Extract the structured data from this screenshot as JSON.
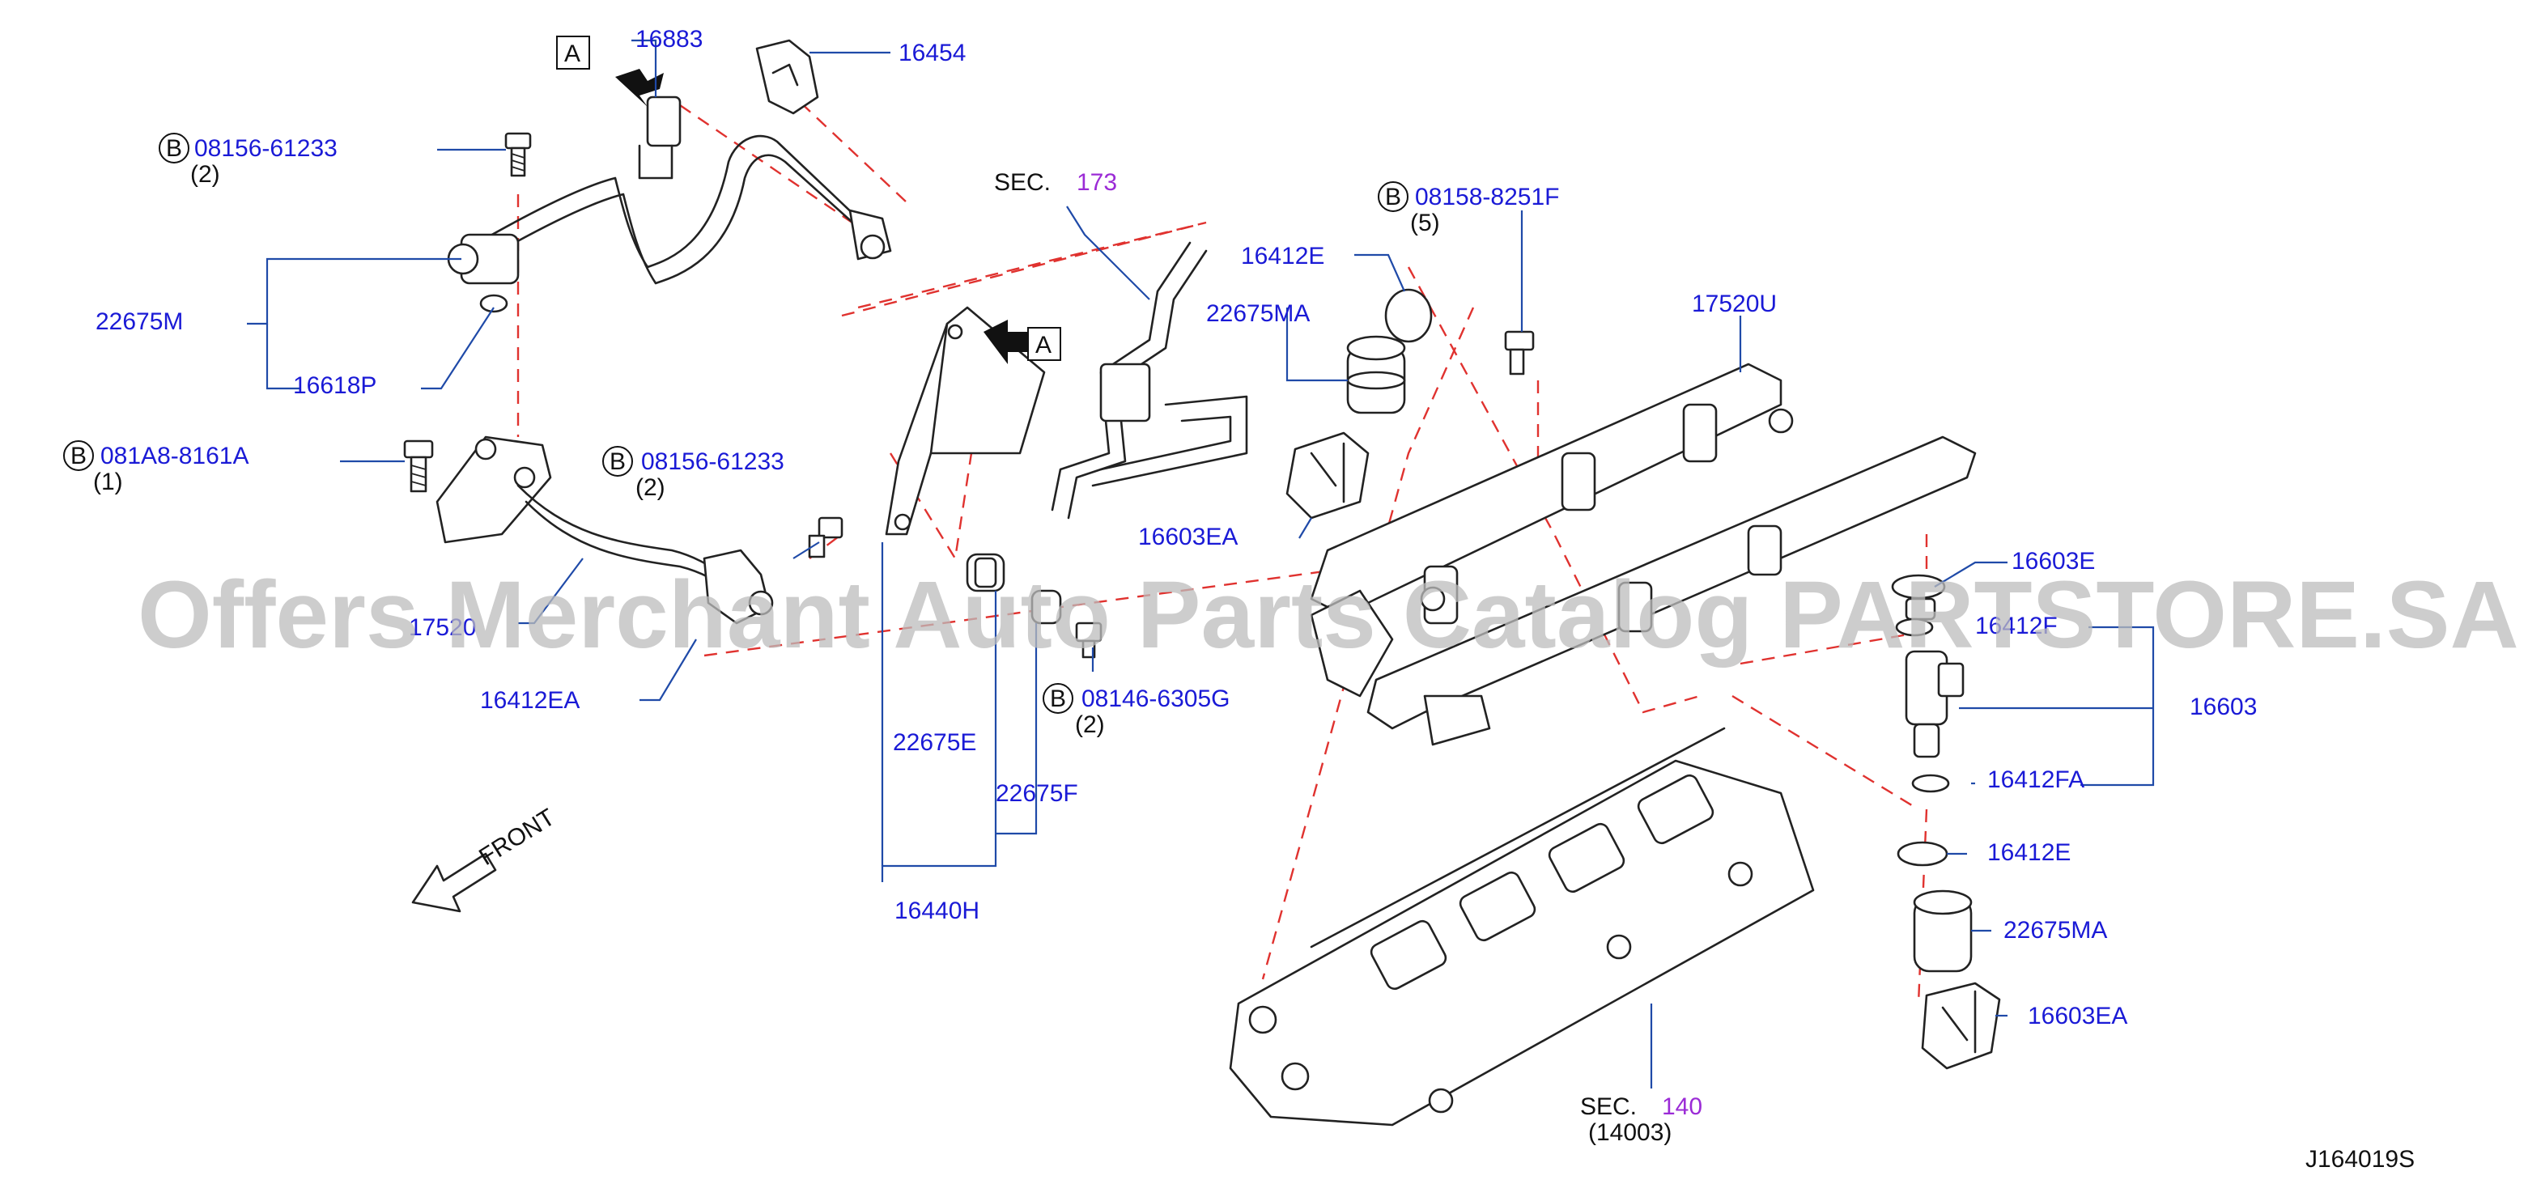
{
  "watermark": "Offers Merchant Auto Parts Catalog PARTSTORE.SA",
  "diagram_code": "J164019S",
  "front_label": "FRONT",
  "view_marker": "A",
  "bolt_marker": "B",
  "section_prefix": "SEC.",
  "labels": {
    "p16883": "16883",
    "p16454": "16454",
    "b1_code": "08156-61233",
    "b1_qty": "(2)",
    "p22675M": "22675M",
    "p16618P": "16618P",
    "b2_code": "081A8-8161A",
    "b2_qty": "(1)",
    "b3_code": "08156-61233",
    "b3_qty": "(2)",
    "p175": "17520",
    "p16412EA": "16412EA",
    "sec173": "173",
    "p16412E_top": "16412E",
    "p22675MA_top": "22675MA",
    "p16603EA_top": "16603EA",
    "b4_code": "08158-8251F",
    "b4_qty": "(5)",
    "p17520U": "17520U",
    "b5_code": "08146-6305G",
    "b5_qty": "(2)",
    "p22675E": "22675E",
    "p22675F": "22675F",
    "p16440H": "16440H",
    "p16603E": "16603E",
    "p16412F": "16412F",
    "p16603": "16603",
    "p16412FA": "16412FA",
    "p16412E_bot": "16412E",
    "p22675MA_bot": "22675MA",
    "p16603EA_bot": "16603EA",
    "sec140": "140",
    "sec140_sub": "(14003)"
  }
}
